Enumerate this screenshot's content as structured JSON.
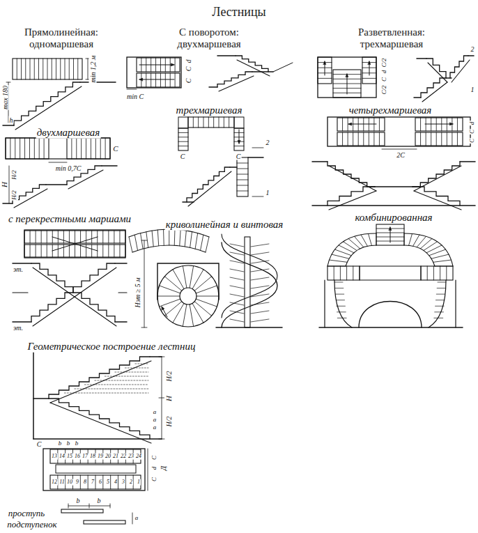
{
  "diagram": {
    "title": "Лестницы",
    "labels": [
      "Прямолинейная: одномаршевая",
      "min 1,2 м",
      "max 180",
      "h",
      "двухмаршевая",
      "C",
      "min 0,7C",
      "Н",
      "Н/2",
      "Н/2",
      "С поворотом: двухмаршевая",
      "min C",
      "d",
      "C",
      "C",
      "Разветвленная: трехмаршевая",
      "C/2",
      "d",
      "C",
      "C/2",
      "2",
      "1",
      "трехмаршевая",
      "C",
      "C",
      "2",
      "1",
      "четырехмаршевая",
      "2C",
      "d",
      "C",
      "C",
      "с перекрестными маршами",
      "эт.",
      "эт.",
      "криволинейная и винтовая",
      "Hэт ≥ 5 м",
      "комбинированная",
      "Геометрическое построение лестниц",
      "Н/2",
      "Н",
      "Н/2",
      "C",
      "b",
      "b",
      "b",
      "a",
      "a",
      "a",
      "13",
      "14",
      "15",
      "16",
      "17",
      "18",
      "19",
      "20",
      "21",
      "22",
      "23",
      "24",
      "12",
      "11",
      "10",
      "9",
      "8",
      "7",
      "6",
      "5",
      "4",
      "3",
      "2",
      "1",
      "C",
      "d",
      "C",
      "Д",
      "проступь",
      "подступенок",
      "b",
      "b",
      "a"
    ]
  }
}
